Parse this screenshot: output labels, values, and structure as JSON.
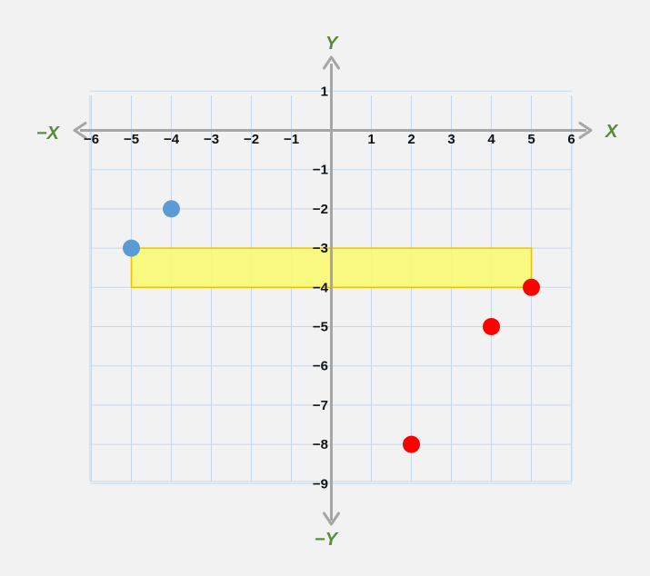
{
  "chart_data": {
    "type": "scatter",
    "grid": true,
    "xlim": [
      -6,
      6
    ],
    "ylim": [
      -9,
      1
    ],
    "x_ticks": [
      -6,
      -5,
      -4,
      -3,
      -2,
      -1,
      1,
      2,
      3,
      4,
      5,
      6
    ],
    "y_ticks": [
      1,
      -1,
      -2,
      -3,
      -4,
      -5,
      -6,
      -7,
      -8,
      -9
    ],
    "tick_labels_x": [
      "−6",
      "−5",
      "−4",
      "−3",
      "−2",
      "−1",
      "1",
      "2",
      "3",
      "4",
      "5",
      "6"
    ],
    "tick_labels_y": [
      "1",
      "−1",
      "−2",
      "−3",
      "−4",
      "−5",
      "−6",
      "−7",
      "−8",
      "−9"
    ],
    "axis_labels": {
      "pos_x": "X",
      "neg_x": "−X",
      "pos_y": "Y",
      "neg_y": "−Y"
    },
    "series": [
      {
        "color": "#5b9bd5",
        "points": [
          [
            -4,
            -2
          ],
          [
            -5,
            -3
          ]
        ]
      },
      {
        "color": "#ff0000",
        "points": [
          [
            5,
            -4
          ],
          [
            4,
            -5
          ],
          [
            2,
            -8
          ]
        ]
      }
    ],
    "highlight": {
      "x": [
        -5,
        5
      ],
      "y": [
        -4,
        -3
      ],
      "fill": "#fafa78",
      "stroke": "#f0c000"
    },
    "colors": {
      "grid": "#c6d9ea",
      "plot_bg": "#f2f2f2",
      "axis": "#a6a6a6",
      "axis_label": "#5a8a3a"
    }
  }
}
